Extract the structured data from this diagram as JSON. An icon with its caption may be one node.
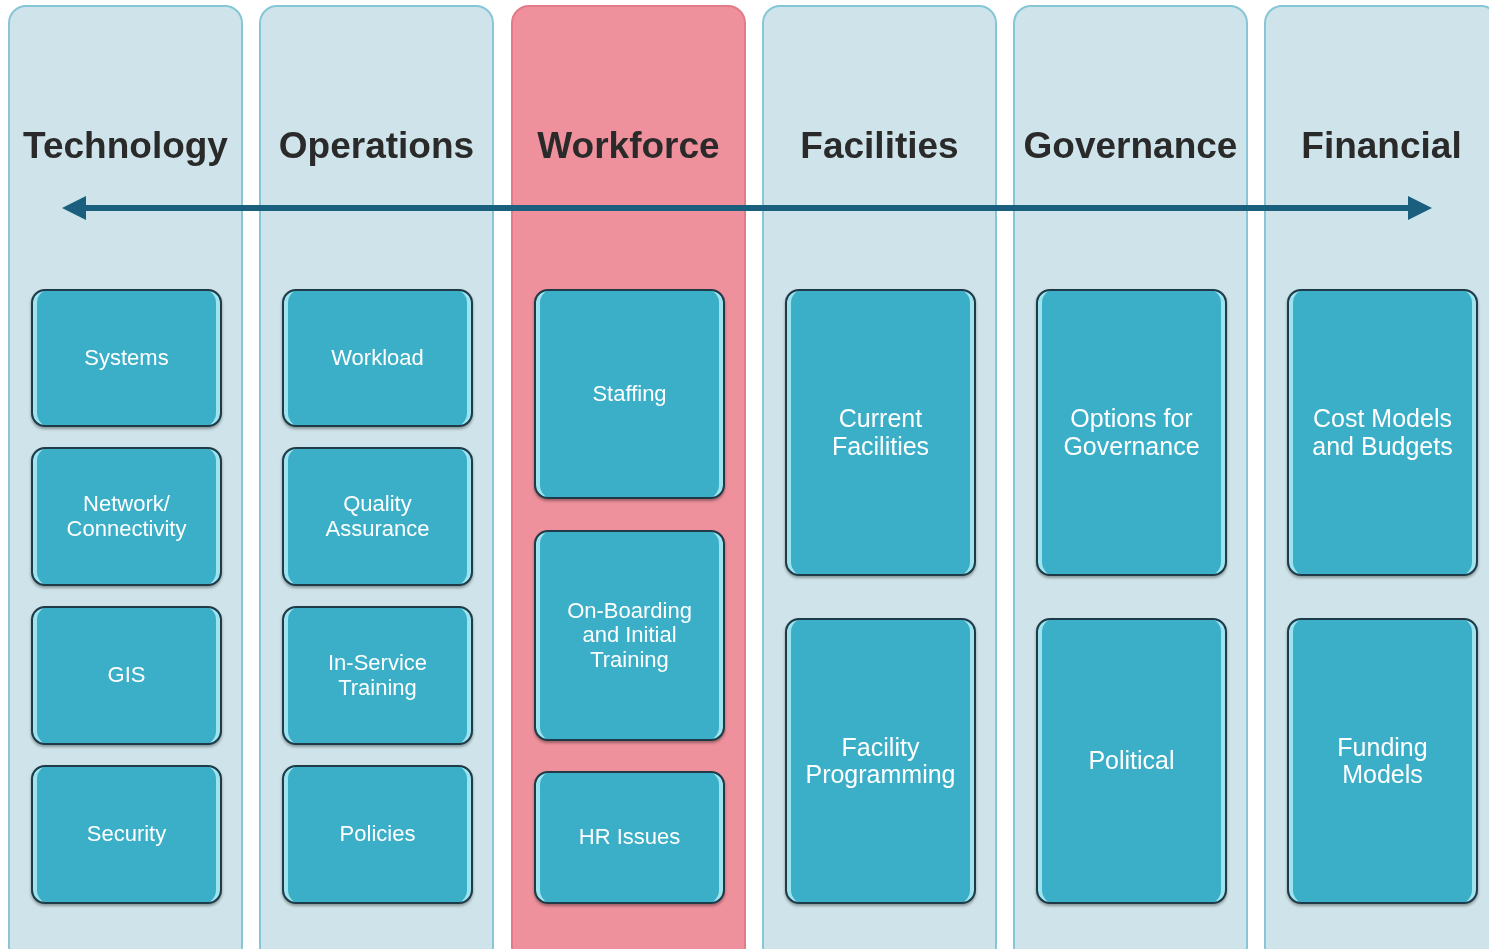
{
  "diagram": {
    "nodes": [
      {
        "text": [
          "Technology"
        ]
      },
      {
        "text": [
          "Systems"
        ],
        "in": 0
      },
      {
        "text": [
          "Network/ Connectivity"
        ],
        "in": 0
      },
      {
        "text": [
          "GIS"
        ],
        "in": 0
      },
      {
        "text": [
          "Security"
        ],
        "in": 0
      },
      {
        "text": [
          "Operations"
        ]
      },
      {
        "text": [
          "Workload"
        ],
        "in": 5
      },
      {
        "text": [
          "Quality Assurance"
        ],
        "in": 5
      },
      {
        "text": [
          "In-Service Training"
        ],
        "in": 5
      },
      {
        "text": [
          "Policies"
        ],
        "in": 5
      },
      {
        "text": [
          "Workforce"
        ]
      },
      {
        "text": [
          "Staffing"
        ],
        "in": 10
      },
      {
        "text": [
          "On-Boarding and Initial Training"
        ],
        "in": 10
      },
      {
        "text": [
          "HR Issues"
        ],
        "in": 10
      },
      {
        "text": [
          "Facilities"
        ]
      },
      {
        "text": [
          "Current Facilities"
        ],
        "in": 14
      },
      {
        "text": [
          "Facility Programming"
        ],
        "in": 14
      },
      {
        "text": [
          "Governance"
        ]
      },
      {
        "text": [
          "Options for Governance"
        ],
        "in": 17
      },
      {
        "text": [
          "Political"
        ],
        "in": 17
      },
      {
        "text": [
          "Financial"
        ]
      },
      {
        "text": [
          "Cost Models and Budgets"
        ],
        "in": 20
      },
      {
        "text": [
          "Funding Models"
        ],
        "in": 20
      }
    ],
    "edges": []
  }
}
